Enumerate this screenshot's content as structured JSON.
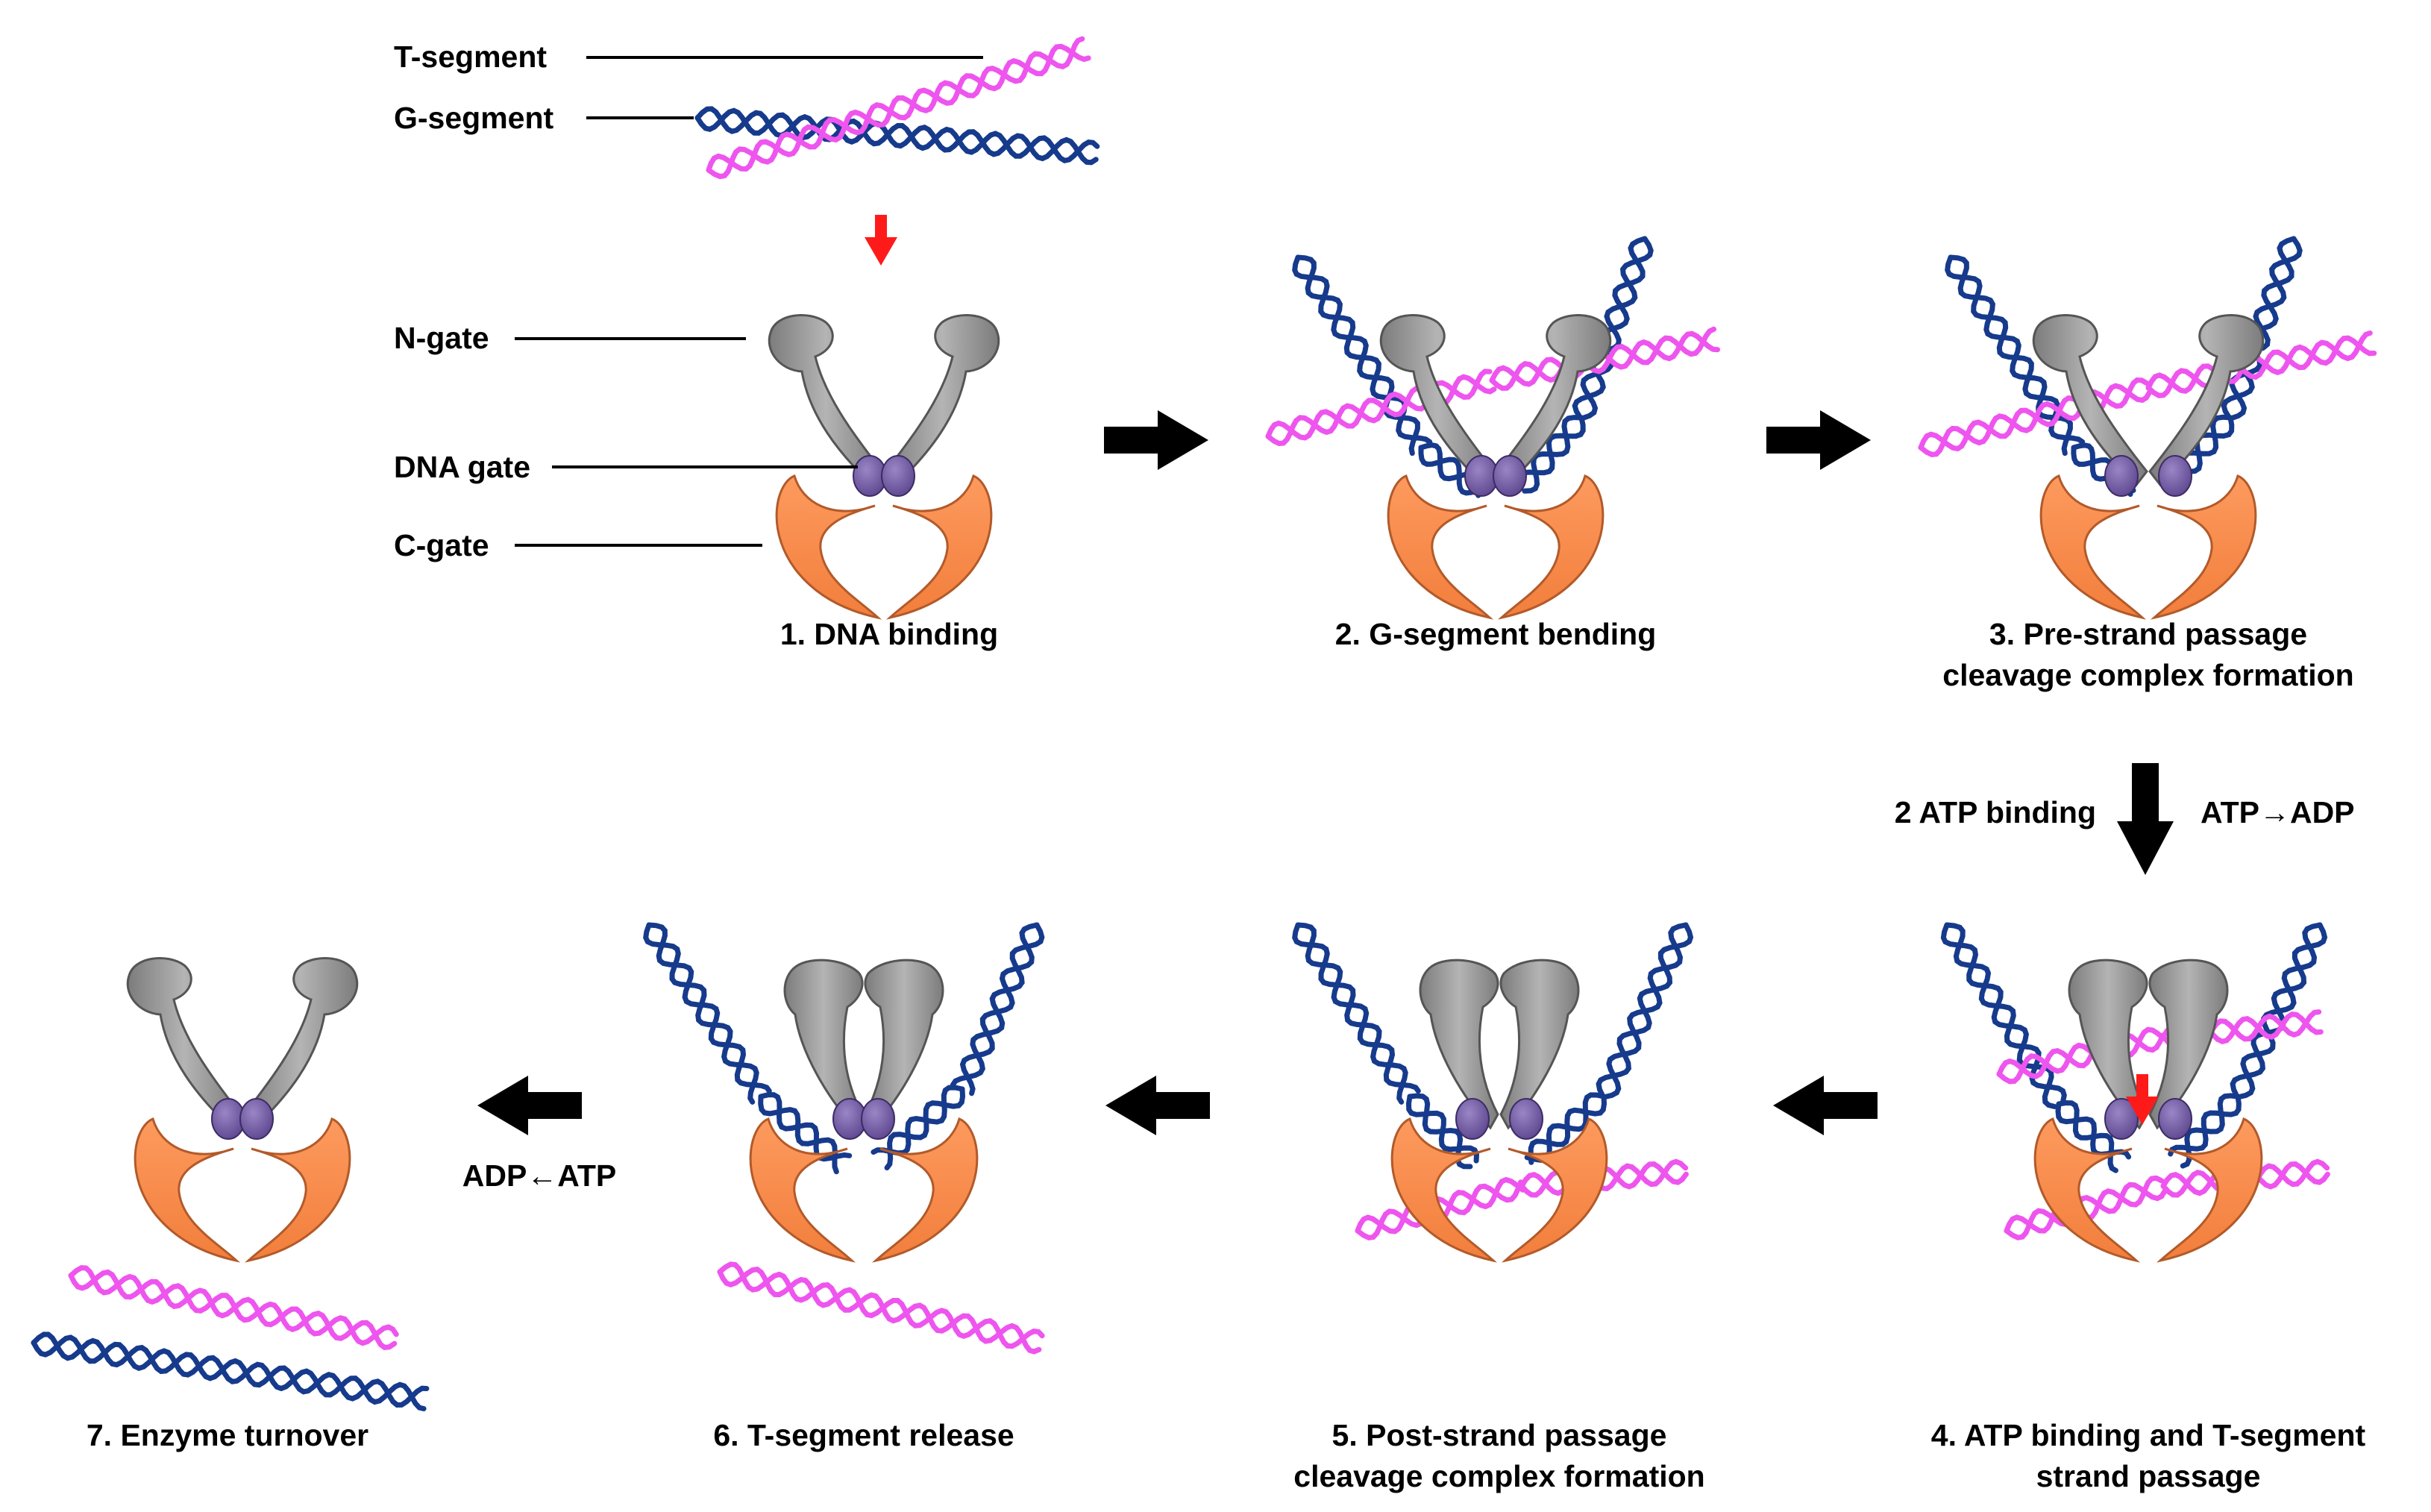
{
  "legend": {
    "t_segment": "T-segment",
    "g_segment": "G-segment",
    "n_gate": "N-gate",
    "dna_gate": "DNA gate",
    "c_gate": "C-gate"
  },
  "steps": [
    {
      "n": 1,
      "caption": [
        "1. DNA binding"
      ]
    },
    {
      "n": 2,
      "caption": [
        "2. G-segment bending"
      ]
    },
    {
      "n": 3,
      "caption": [
        "3. Pre-strand passage",
        "cleavage complex formation"
      ]
    },
    {
      "n": 4,
      "caption": [
        "4. ATP binding and T-segment",
        "strand passage"
      ]
    },
    {
      "n": 5,
      "caption": [
        "5. Post-strand passage",
        "cleavage complex formation"
      ]
    },
    {
      "n": 6,
      "caption": [
        "6. T-segment release"
      ]
    },
    {
      "n": 7,
      "caption": [
        "7. Enzyme turnover"
      ]
    }
  ],
  "transitions": {
    "atp_binding": "2 ATP binding",
    "atp_hydrolysis": "ATP→ADP",
    "adp_exchange": "ADP←ATP"
  },
  "colors": {
    "n_gate": "#a0a0a0",
    "c_gate": "#fb8d4f",
    "dna_gate": "#7a62a8",
    "t_segment_dna": "#ee55ee",
    "g_segment_dna": "#163a8c",
    "process_arrow": "#000000",
    "direction_arrow": "#ff1a1a"
  }
}
